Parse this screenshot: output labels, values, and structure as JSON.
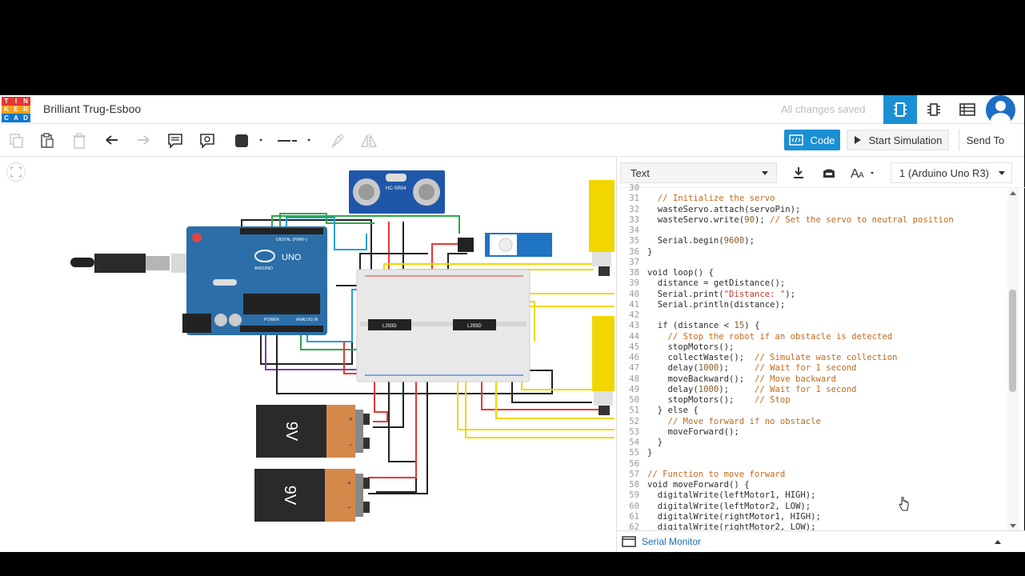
{
  "app": {
    "logo_letters": [
      "T",
      "I",
      "N",
      "K",
      "E",
      "R",
      "C",
      "A",
      "D"
    ],
    "project_title": "Brilliant Trug-Esboo",
    "save_status": "All changes saved"
  },
  "toolbar": {
    "code_label": "Code",
    "start_simulation_label": "Start Simulation",
    "send_to_label": "Send To"
  },
  "code_panel": {
    "mode": "Text",
    "board": "1 (Arduino Uno R3)",
    "serial_monitor_label": "Serial Monitor",
    "lines": [
      {
        "n": "30",
        "t": ""
      },
      {
        "n": "31",
        "t": "  // Initialize the servo"
      },
      {
        "n": "32",
        "t": "  wasteServo.attach(servoPin);"
      },
      {
        "n": "33",
        "t": "  wasteServo.write(90); // Set the servo to neutral position"
      },
      {
        "n": "34",
        "t": ""
      },
      {
        "n": "35",
        "t": "  Serial.begin(9600);"
      },
      {
        "n": "36",
        "t": "}"
      },
      {
        "n": "37",
        "t": ""
      },
      {
        "n": "38",
        "t": "void loop() {"
      },
      {
        "n": "39",
        "t": "  distance = getDistance();"
      },
      {
        "n": "40",
        "t": "  Serial.print(\"Distance: \");"
      },
      {
        "n": "41",
        "t": "  Serial.println(distance);"
      },
      {
        "n": "42",
        "t": ""
      },
      {
        "n": "43",
        "t": "  if (distance < 15) {"
      },
      {
        "n": "44",
        "t": "    // Stop the robot if an obstacle is detected"
      },
      {
        "n": "45",
        "t": "    stopMotors();"
      },
      {
        "n": "46",
        "t": "    collectWaste();  // Simulate waste collection"
      },
      {
        "n": "47",
        "t": "    delay(1000);     // Wait for 1 second"
      },
      {
        "n": "48",
        "t": "    moveBackward();  // Move backward"
      },
      {
        "n": "49",
        "t": "    delay(1000);     // Wait for 1 second"
      },
      {
        "n": "50",
        "t": "    stopMotors();    // Stop"
      },
      {
        "n": "51",
        "t": "  } else {"
      },
      {
        "n": "52",
        "t": "    // Move forward if no obstacle"
      },
      {
        "n": "53",
        "t": "    moveForward();"
      },
      {
        "n": "54",
        "t": "  }"
      },
      {
        "n": "55",
        "t": "}"
      },
      {
        "n": "56",
        "t": ""
      },
      {
        "n": "57",
        "t": "// Function to move forward"
      },
      {
        "n": "58",
        "t": "void moveForward() {"
      },
      {
        "n": "59",
        "t": "  digitalWrite(leftMotor1, HIGH);"
      },
      {
        "n": "60",
        "t": "  digitalWrite(leftMotor2, LOW);"
      },
      {
        "n": "61",
        "t": "  digitalWrite(rightMotor1, HIGH);"
      },
      {
        "n": "62",
        "t": "  digitalWrite(rightMotor2, LOW);"
      }
    ]
  },
  "circuit": {
    "arduino_brand": "ARDUINO",
    "arduino_model": "UNO",
    "digital_label": "DIGITAL (PWM~)",
    "power_label": "POWER",
    "analog_label": "ANALOG IN",
    "sensor_label": "HC-SR04",
    "driver_label_1": "L293D",
    "driver_label_2": "L293D",
    "battery_1_label": "9V",
    "battery_2_label": "9V",
    "battery_plus": "+",
    "battery_minus": "−"
  },
  "colors": {
    "accent": "#1b8fd4",
    "arduino": "#2b6ea8",
    "battery_orange": "#d4894a",
    "battery_black": "#2a2a2a",
    "motor_yellow": "#f2d600",
    "servo_blue": "#1f74c4"
  }
}
